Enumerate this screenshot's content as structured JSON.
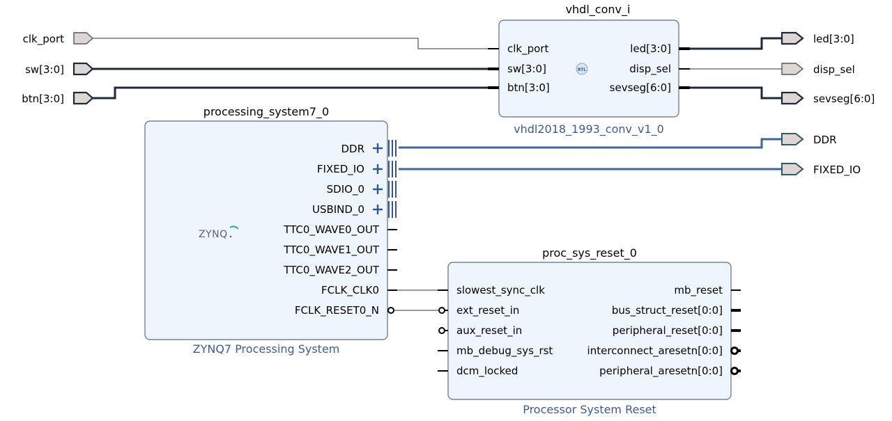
{
  "external_ports": {
    "clk_port": "clk_port",
    "sw": "sw[3:0]",
    "btn": "btn[3:0]",
    "led": "led[3:0]",
    "disp_sel": "disp_sel",
    "sevseg": "sevseg[6:0]",
    "ddr": "DDR",
    "fixed_io": "FIXED_IO"
  },
  "vhdl_conv": {
    "instance": "vhdl_conv_i",
    "ip_name": "vhdl2018_1993_conv_v1_0",
    "badge": "RTL",
    "inputs": [
      "clk_port",
      "sw[3:0]",
      "btn[3:0]"
    ],
    "outputs": [
      "led[3:0]",
      "disp_sel",
      "sevseg[6:0]"
    ]
  },
  "ps7": {
    "instance": "processing_system7_0",
    "ip_name": "ZYNQ7 Processing System",
    "logo": "ZYNQ",
    "pins": [
      "DDR",
      "FIXED_IO",
      "SDIO_0",
      "USBIND_0",
      "TTC0_WAVE0_OUT",
      "TTC0_WAVE1_OUT",
      "TTC0_WAVE2_OUT",
      "FCLK_CLK0",
      "FCLK_RESET0_N"
    ]
  },
  "reset": {
    "instance": "proc_sys_reset_0",
    "ip_name": "Processor System Reset",
    "inputs": [
      "slowest_sync_clk",
      "ext_reset_in",
      "aux_reset_in",
      "mb_debug_sys_rst",
      "dcm_locked"
    ],
    "outputs": [
      "mb_reset",
      "bus_struct_reset[0:0]",
      "peripheral_reset[0:0]",
      "interconnect_aresetn[0:0]",
      "peripheral_aresetn[0:0]"
    ]
  },
  "colors": {
    "block_fill": "#eef5fc",
    "ip_label": "#3c5aa0",
    "interface_bus": "#3b64a8"
  }
}
